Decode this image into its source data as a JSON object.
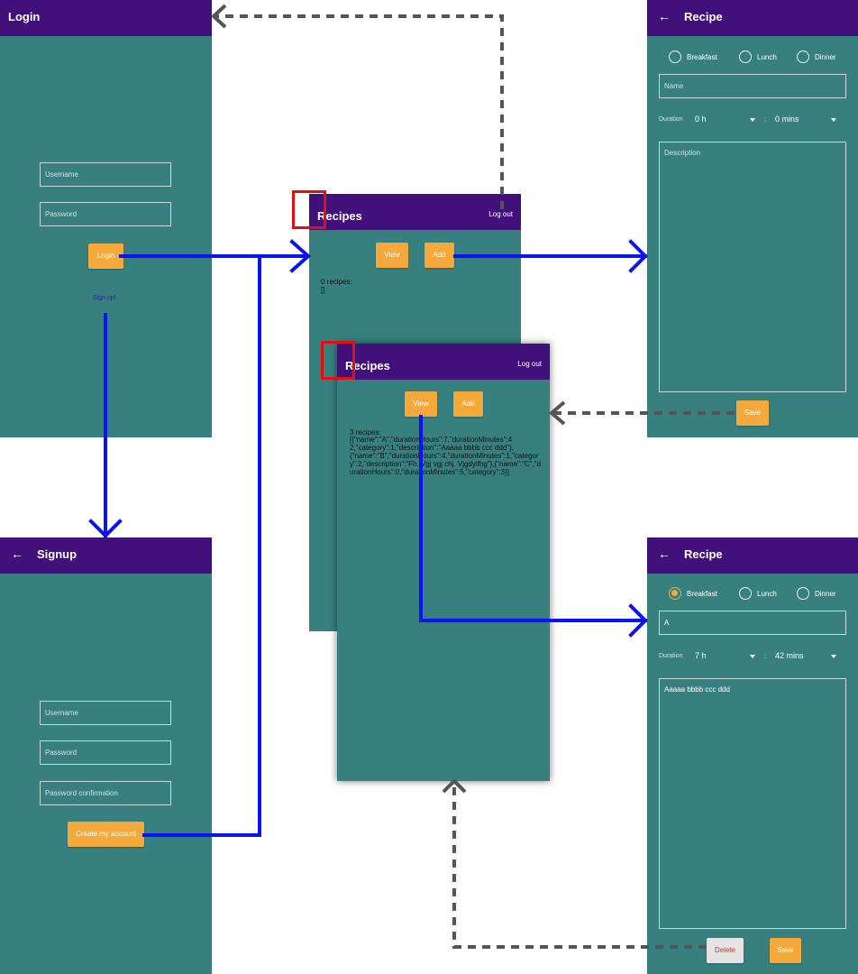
{
  "login_screen": {
    "title": "Login",
    "username_placeholder": "Username",
    "password_placeholder": "Password",
    "login_button": "Login",
    "signup_link": "Sign up!"
  },
  "signup_screen": {
    "title": "Signup",
    "back_icon": "arrow-left-icon",
    "username_placeholder": "Username",
    "password_placeholder": "Password",
    "confirm_placeholder": "Password confirmation",
    "create_button": "Create my account"
  },
  "recipes_empty": {
    "title": "Recipes",
    "logout": "Log out",
    "view_button": "View",
    "add_button": "Add",
    "count_text": "0 recipes:",
    "list_text": "[]"
  },
  "recipes_full": {
    "title": "Recipes",
    "logout": "Log out",
    "view_button": "View",
    "add_button": "Add",
    "count_text": "3 recipes:",
    "json_lines": [
      "[{\"name\":\"A\",\"durationHours\":7,\"durationMinutes\":4",
      "2,\"category\":1,\"description\":\"Aaaaa bbbb ccc ddd\"},",
      "{\"name\":\"B\",\"durationHours\":4,\"durationMinutes\":1,\"categor",
      "y\":2,\"description\":\"Fh. Vgj vgj chj. Vjgdyifhg\"},{\"name\":\"C\",\"d",
      "urationHours\":0,\"durationMinutes\":5,\"category\":3}]"
    ]
  },
  "recipe_new": {
    "title": "Recipe",
    "back_icon": "arrow-left-icon",
    "categories": [
      "Breakfast",
      "Lunch",
      "Dinner"
    ],
    "selected_category": "",
    "name_placeholder": "Name",
    "duration_label": "Duration",
    "hours_value": "0 h",
    "colon": ":",
    "minutes_value": "0 mins",
    "description_placeholder": "Description",
    "save_button": "Save"
  },
  "recipe_edit": {
    "title": "Recipe",
    "back_icon": "arrow-left-icon",
    "categories": [
      "Breakfast",
      "Lunch",
      "Dinner"
    ],
    "selected_category": "Breakfast",
    "name_value": "A",
    "duration_label": "Duration",
    "hours_value": "7 h",
    "colon": ":",
    "minutes_value": "42 mins",
    "description_value": "Aaaaa bbbb ccc ddd",
    "delete_button": "Delete",
    "save_button": "Save"
  },
  "colors": {
    "screen_bg": "#388080",
    "appbar": "#42107a",
    "accent": "#f4a93a",
    "forward_arrow": "#0a14f0",
    "back_arrow": "#555555",
    "highlight": "#e01010"
  }
}
